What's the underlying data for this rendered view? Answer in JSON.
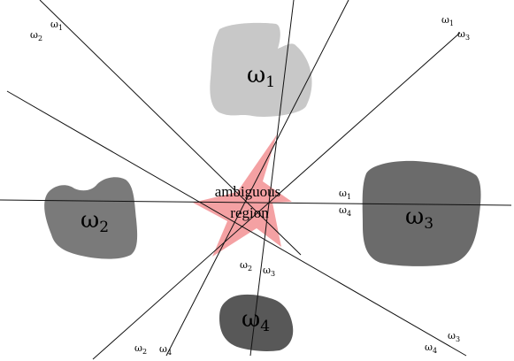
{
  "colors": {
    "omega1_region": "#c8c8c8",
    "omega2_region": "#7a7a7a",
    "omega3_region": "#6b6b6b",
    "omega4_region": "#585858",
    "ambiguous_region": "#f4a1a3",
    "boundary_lines": "#111111"
  },
  "classes": {
    "omega1": {
      "symbol": "ω",
      "sub": "1"
    },
    "omega2": {
      "symbol": "ω",
      "sub": "2"
    },
    "omega3": {
      "symbol": "ω",
      "sub": "3"
    },
    "omega4": {
      "symbol": "ω",
      "sub": "4"
    }
  },
  "ambiguous": {
    "line1": "ambiguous",
    "line2": "region"
  },
  "boundary_labels": {
    "w1w2_a": {
      "symbol": "ω",
      "sub": "1"
    },
    "w1w2_b": {
      "symbol": "ω",
      "sub": "2"
    },
    "w1w3_a": {
      "symbol": "ω",
      "sub": "1"
    },
    "w1w3_b": {
      "symbol": "ω",
      "sub": "3"
    },
    "w1w4_a": {
      "symbol": "ω",
      "sub": "1"
    },
    "w1w4_b": {
      "symbol": "ω",
      "sub": "4"
    },
    "w2w3_a": {
      "symbol": "ω",
      "sub": "2"
    },
    "w2w3_b": {
      "symbol": "ω",
      "sub": "3"
    },
    "w2w4_a": {
      "symbol": "ω",
      "sub": "2"
    },
    "w2w4_b": {
      "symbol": "ω",
      "sub": "4"
    },
    "w3w4_a": {
      "symbol": "ω",
      "sub": "3"
    },
    "w3w4_b": {
      "symbol": "ω",
      "sub": "4"
    }
  }
}
